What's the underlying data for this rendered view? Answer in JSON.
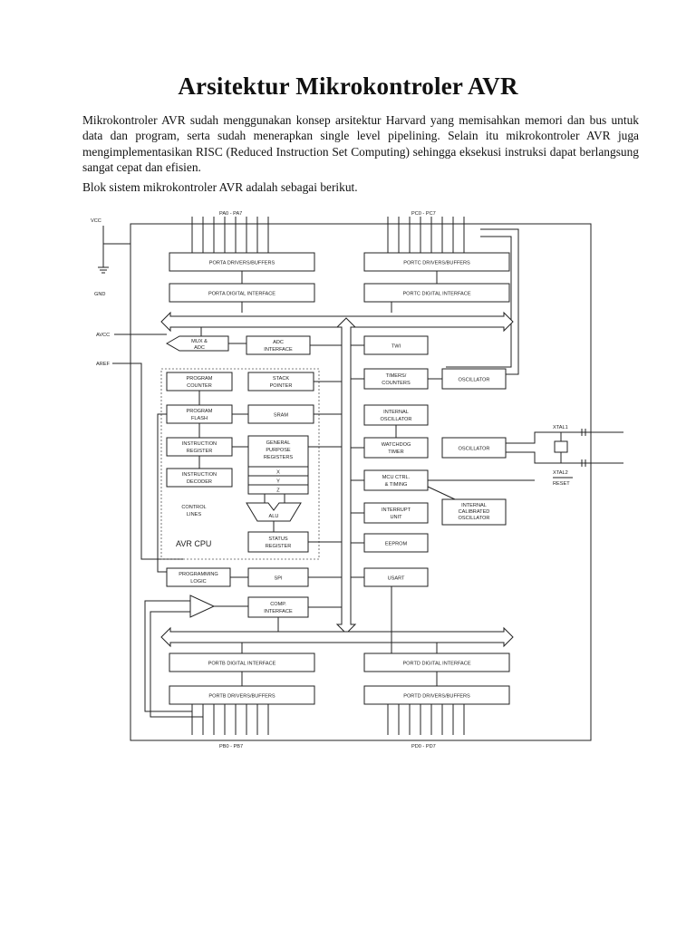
{
  "document": {
    "title": "Arsitektur Mikrokontroler AVR",
    "paragraphs": [
      "Mikrokontroler AVR sudah menggunakan konsep arsitektur Harvard yang memisahkan memori dan bus untuk data dan program, serta sudah menerapkan single level pipelining. Selain itu mikrokontroler AVR juga mengimplementasikan RISC (Reduced Instruction Set Computing) sehingga eksekusi instruksi dapat berlangsung sangat cepat dan efisien.",
      "Blok sistem mikrokontroler AVR adalah sebagai berikut."
    ]
  },
  "diagram": {
    "pins": {
      "vcc": "VCC",
      "gnd": "GND",
      "avcc": "AVCC",
      "aref": "AREF",
      "xtal1": "XTAL1",
      "xtal2": "XTAL2",
      "reset": "RESET",
      "porta_pins": "PA0 - PA7",
      "portc_pins": "PC0 - PC7",
      "portb_pins": "PB0 - PB7",
      "portd_pins": "PD0 - PD7"
    },
    "blocks": {
      "porta_drivers": "PORTA DRIVERS/BUFFERS",
      "porta_interface": "PORTA DIGITAL INTERFACE",
      "portc_drivers": "PORTC DRIVERS/BUFFERS",
      "portc_interface": "PORTC DIGITAL INTERFACE",
      "mux_adc_1": "MUX &",
      "mux_adc_2": "ADC",
      "adc_interface_1": "ADC",
      "adc_interface_2": "INTERFACE",
      "twi": "TWI",
      "program_counter_1": "PROGRAM",
      "program_counter_2": "COUNTER",
      "stack_pointer_1": "STACK",
      "stack_pointer_2": "POINTER",
      "timers_counters_1": "TIMERS/",
      "timers_counters_2": "COUNTERS",
      "oscillator_1": "OSCILLATOR",
      "program_flash_1": "PROGRAM",
      "program_flash_2": "FLASH",
      "sram": "SRAM",
      "internal_oscillator_1": "INTERNAL",
      "internal_oscillator_2": "OSCILLATOR",
      "instruction_register_1": "INSTRUCTION",
      "instruction_register_2": "REGISTER",
      "gp_registers_1": "GENERAL",
      "gp_registers_2": "PURPOSE",
      "gp_registers_3": "REGISTERS",
      "reg_x": "X",
      "reg_y": "Y",
      "reg_z": "Z",
      "watchdog_timer_1": "WATCHDOG",
      "watchdog_timer_2": "TIMER",
      "oscillator_2": "OSCILLATOR",
      "instruction_decoder_1": "INSTRUCTION",
      "instruction_decoder_2": "DECODER",
      "mcu_ctrl_1": "MCU CTRL.",
      "mcu_ctrl_2": "& TIMING",
      "control_lines_1": "CONTROL",
      "control_lines_2": "LINES",
      "alu": "ALU",
      "interrupt_unit_1": "INTERRUPT",
      "interrupt_unit_2": "UNIT",
      "internal_calibrated_1": "INTERNAL",
      "internal_calibrated_2": "CALIBRATED",
      "internal_calibrated_3": "OSCILLATOR",
      "avr_cpu": "AVR CPU",
      "status_register_1": "STATUS",
      "status_register_2": "REGISTER",
      "eeprom": "EEPROM",
      "programming_logic_1": "PROGRAMMING",
      "programming_logic_2": "LOGIC",
      "spi": "SPI",
      "usart": "USART",
      "comp_interface_1": "COMP.",
      "comp_interface_2": "INTERFACE",
      "portb_interface": "PORTB DIGITAL INTERFACE",
      "portd_interface": "PORTD DIGITAL INTERFACE",
      "portb_drivers": "PORTB DRIVERS/BUFFERS",
      "portd_drivers": "PORTD DRIVERS/BUFFERS"
    }
  }
}
